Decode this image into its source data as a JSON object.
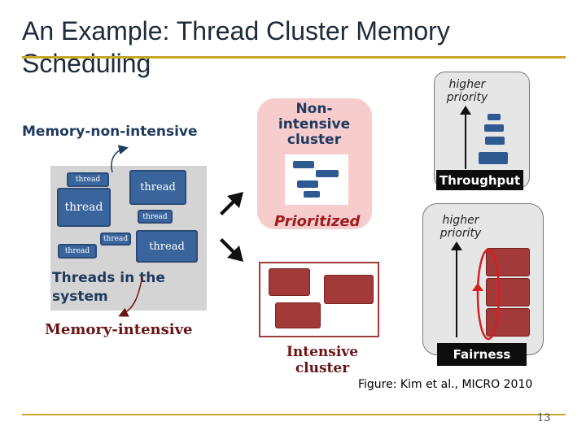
{
  "title_line1": "An Example: Thread Cluster Memory",
  "title_line2": "Scheduling",
  "threads_panel": {
    "label_top": "Memory-non-intensive",
    "label_bottom": "Memory-intensive",
    "caption": "Threads in the system",
    "thread_label": "thread"
  },
  "non_intensive": {
    "cluster_label": "Non-intensive cluster",
    "prioritized": "Prioritized",
    "throughput": "Throughput",
    "higher_priority": "higher priority"
  },
  "intensive": {
    "cluster_label": "Intensive cluster",
    "fairness": "Fairness",
    "higher_priority": "higher priority"
  },
  "figure_caption": "Figure: Kim et al., MICRO 2010",
  "page_number": "13",
  "colors": {
    "accent_rule": "#c8a82a",
    "thread_blue": "#3a659c",
    "cluster_red": "#a23a3a",
    "pink_cluster": "#f6cccc",
    "label_blue": "#1f3a5e",
    "label_red": "#6b1414"
  }
}
